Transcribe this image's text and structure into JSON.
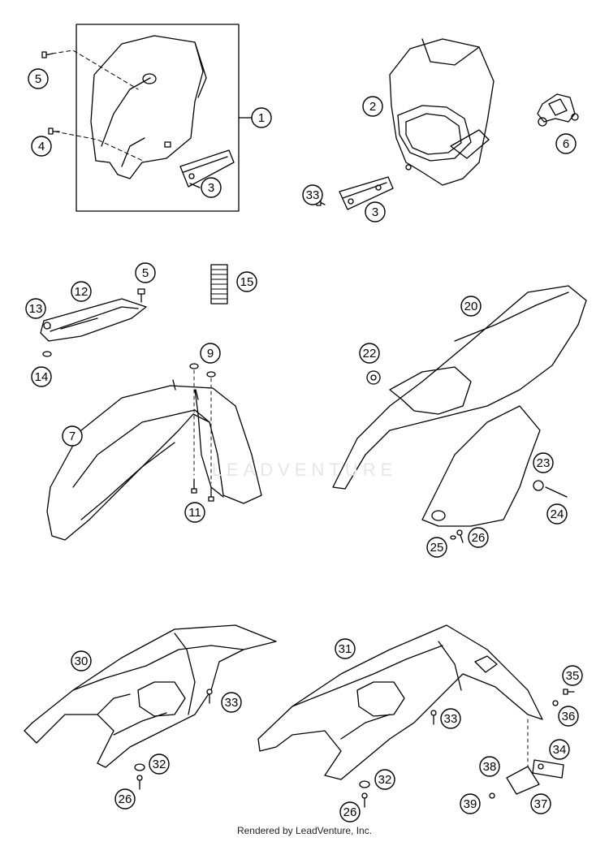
{
  "footer": {
    "text": "Rendered by LeadVenture, Inc."
  },
  "watermark": {
    "text": "LEADVENTURE"
  },
  "callouts": {
    "c1": "1",
    "c2": "2",
    "c3a": "3",
    "c3b": "3",
    "c4": "4",
    "c5a": "5",
    "c5b": "5",
    "c6": "6",
    "c7": "7",
    "c9": "9",
    "c11": "11",
    "c12": "12",
    "c13": "13",
    "c14": "14",
    "c15": "15",
    "c20": "20",
    "c22": "22",
    "c23": "23",
    "c24": "24",
    "c25": "25",
    "c26a": "26",
    "c26b": "26",
    "c26c": "26",
    "c30": "30",
    "c31": "31",
    "c32a": "32",
    "c32b": "32",
    "c33a": "33",
    "c33b": "33",
    "c33c": "33",
    "c34": "34",
    "c35": "35",
    "c36": "36",
    "c37": "37",
    "c38": "38",
    "c39": "39"
  }
}
